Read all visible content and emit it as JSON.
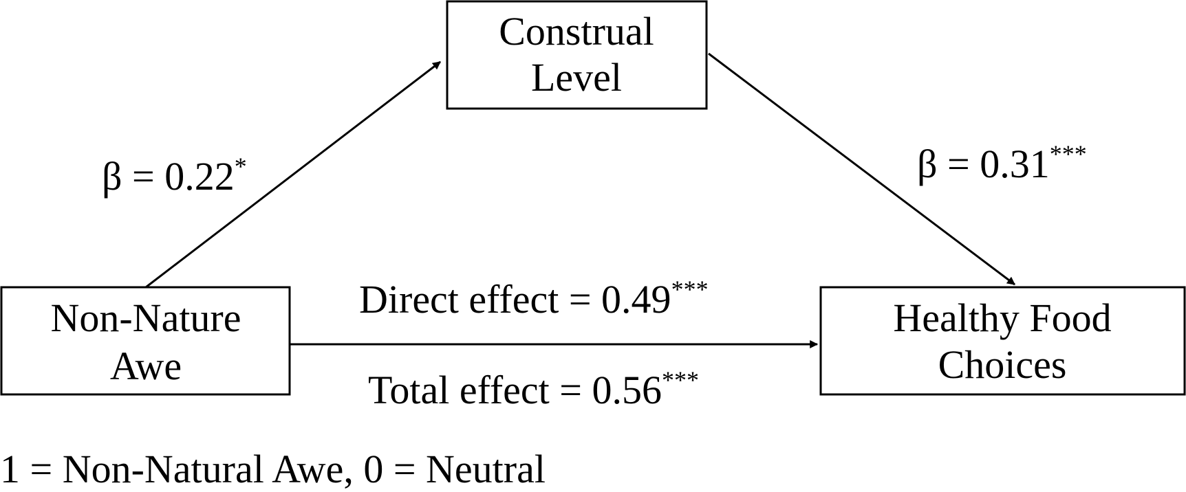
{
  "nodes": {
    "mediator": {
      "line1": "Construal",
      "line2": "Level"
    },
    "predictor": {
      "line1": "Non-Nature",
      "line2": "Awe"
    },
    "outcome": {
      "line1": "Healthy Food",
      "line2": "Choices"
    }
  },
  "edges": {
    "a_path": {
      "label": "β = 0.22",
      "sig": "*"
    },
    "b_path": {
      "label": "β = 0.31",
      "sig": "***"
    },
    "direct": {
      "label": "Direct effect = 0.49",
      "sig": "***"
    },
    "total": {
      "label": "Total effect = 0.56",
      "sig": "***"
    }
  },
  "note": "1 = Non-Natural Awe, 0 = Neutral"
}
